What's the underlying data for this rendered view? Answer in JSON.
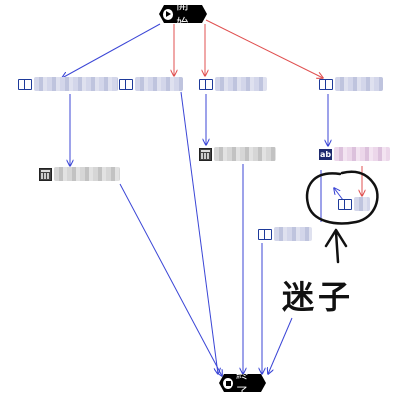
{
  "start": {
    "label": "開始",
    "icon": "play-circle-icon"
  },
  "end": {
    "label": "終了",
    "icon": "stop-circle-icon"
  },
  "nodes": [
    {
      "id": "n1",
      "kind": "book"
    },
    {
      "id": "n2",
      "kind": "book"
    },
    {
      "id": "n3",
      "kind": "book"
    },
    {
      "id": "n4",
      "kind": "book"
    },
    {
      "id": "n5",
      "kind": "calc"
    },
    {
      "id": "n6",
      "kind": "calc"
    },
    {
      "id": "n7",
      "kind": "text"
    },
    {
      "id": "n8",
      "kind": "book"
    },
    {
      "id": "n9",
      "kind": "book"
    }
  ],
  "annotation": {
    "text": "迷子"
  },
  "colors": {
    "flow_blue": "#3b46d6",
    "flow_red": "#e05050",
    "terminal": "#000000"
  }
}
